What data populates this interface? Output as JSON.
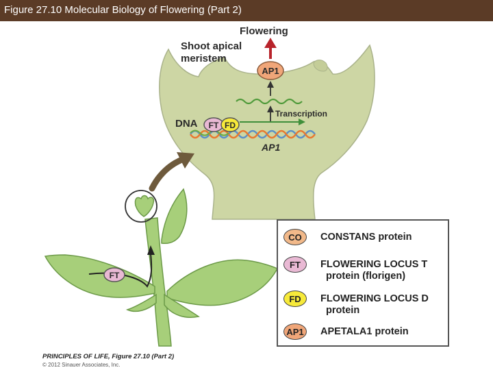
{
  "header": {
    "title": "Figure 27.10 Molecular Biology of Flowering (Part 2)"
  },
  "diagram": {
    "flowering_label": "Flowering",
    "shoot_label_line1": "Shoot apical",
    "shoot_label_line2": "meristem",
    "ap1_protein": "AP1",
    "transcription_label": "Transcription",
    "dna_label": "DNA",
    "ft_protein": "FT",
    "fd_protein": "FD",
    "ap1_gene": "AP1",
    "leaf_ft": "FT"
  },
  "legend": {
    "items": [
      {
        "badge": "CO",
        "text": "CONSTANS protein",
        "color": "#f2b98a"
      },
      {
        "badge": "FT",
        "text": "FLOWERING LOCUS T\n  protein (florigen)",
        "color": "#e9b9d4"
      },
      {
        "badge": "FD",
        "text": "FLOWERING LOCUS D\n  protein",
        "color": "#f7ea3a"
      },
      {
        "badge": "AP1",
        "text": "APETALA1 protein",
        "color": "#f0a679"
      }
    ]
  },
  "footer": {
    "main": "PRINCIPLES OF LIFE, Figure 27.10 (Part 2)",
    "copyright": "© 2012 Sinauer Associates, Inc."
  },
  "colors": {
    "header_bg": "#5b3b26",
    "meristem_fill": "#cdd6a4",
    "leaf_green": "#a7cf7a",
    "arrow_red": "#b8232b",
    "dna_green": "#6aab3f",
    "dna_blue": "#5a8fc8",
    "dna_orange": "#e9782f"
  }
}
